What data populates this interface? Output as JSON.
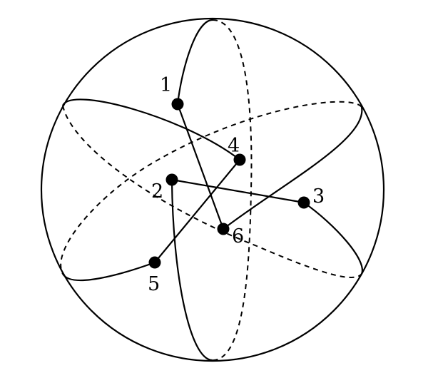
{
  "diagram": {
    "points": [
      {
        "id": "1",
        "label": "1"
      },
      {
        "id": "2",
        "label": "2"
      },
      {
        "id": "3",
        "label": "3"
      },
      {
        "id": "4",
        "label": "4"
      },
      {
        "id": "5",
        "label": "5"
      },
      {
        "id": "6",
        "label": "6"
      }
    ],
    "stroke_color": "#000000",
    "background": "#ffffff"
  }
}
